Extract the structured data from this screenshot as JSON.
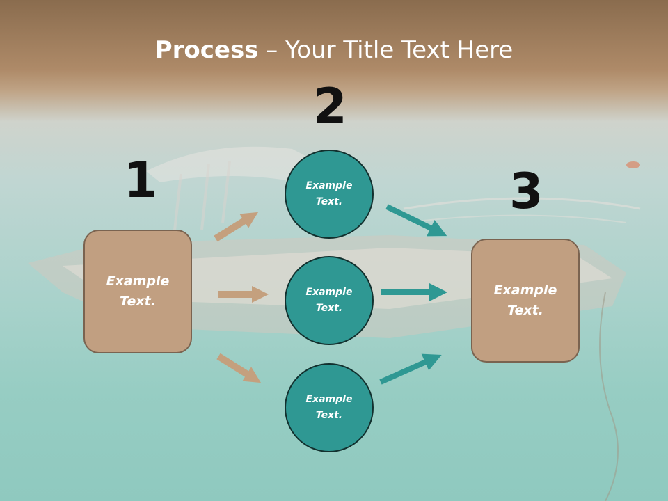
{
  "title": {
    "bold": "Process",
    "rest": " – Your Title Text Here"
  },
  "steps": [
    {
      "number": "1",
      "text": "Example\nText."
    },
    {
      "number": "2"
    },
    {
      "number": "3",
      "text": "Example\nText."
    }
  ],
  "circles": [
    {
      "text": "Example\nText."
    },
    {
      "text": "Example\nText."
    },
    {
      "text": "Example\nText."
    }
  ],
  "colors": {
    "box_fill": "#c19f81",
    "circle_fill": "#2f9893",
    "tan_arrow": "#c4a07e",
    "teal_arrow": "#2f9893"
  }
}
